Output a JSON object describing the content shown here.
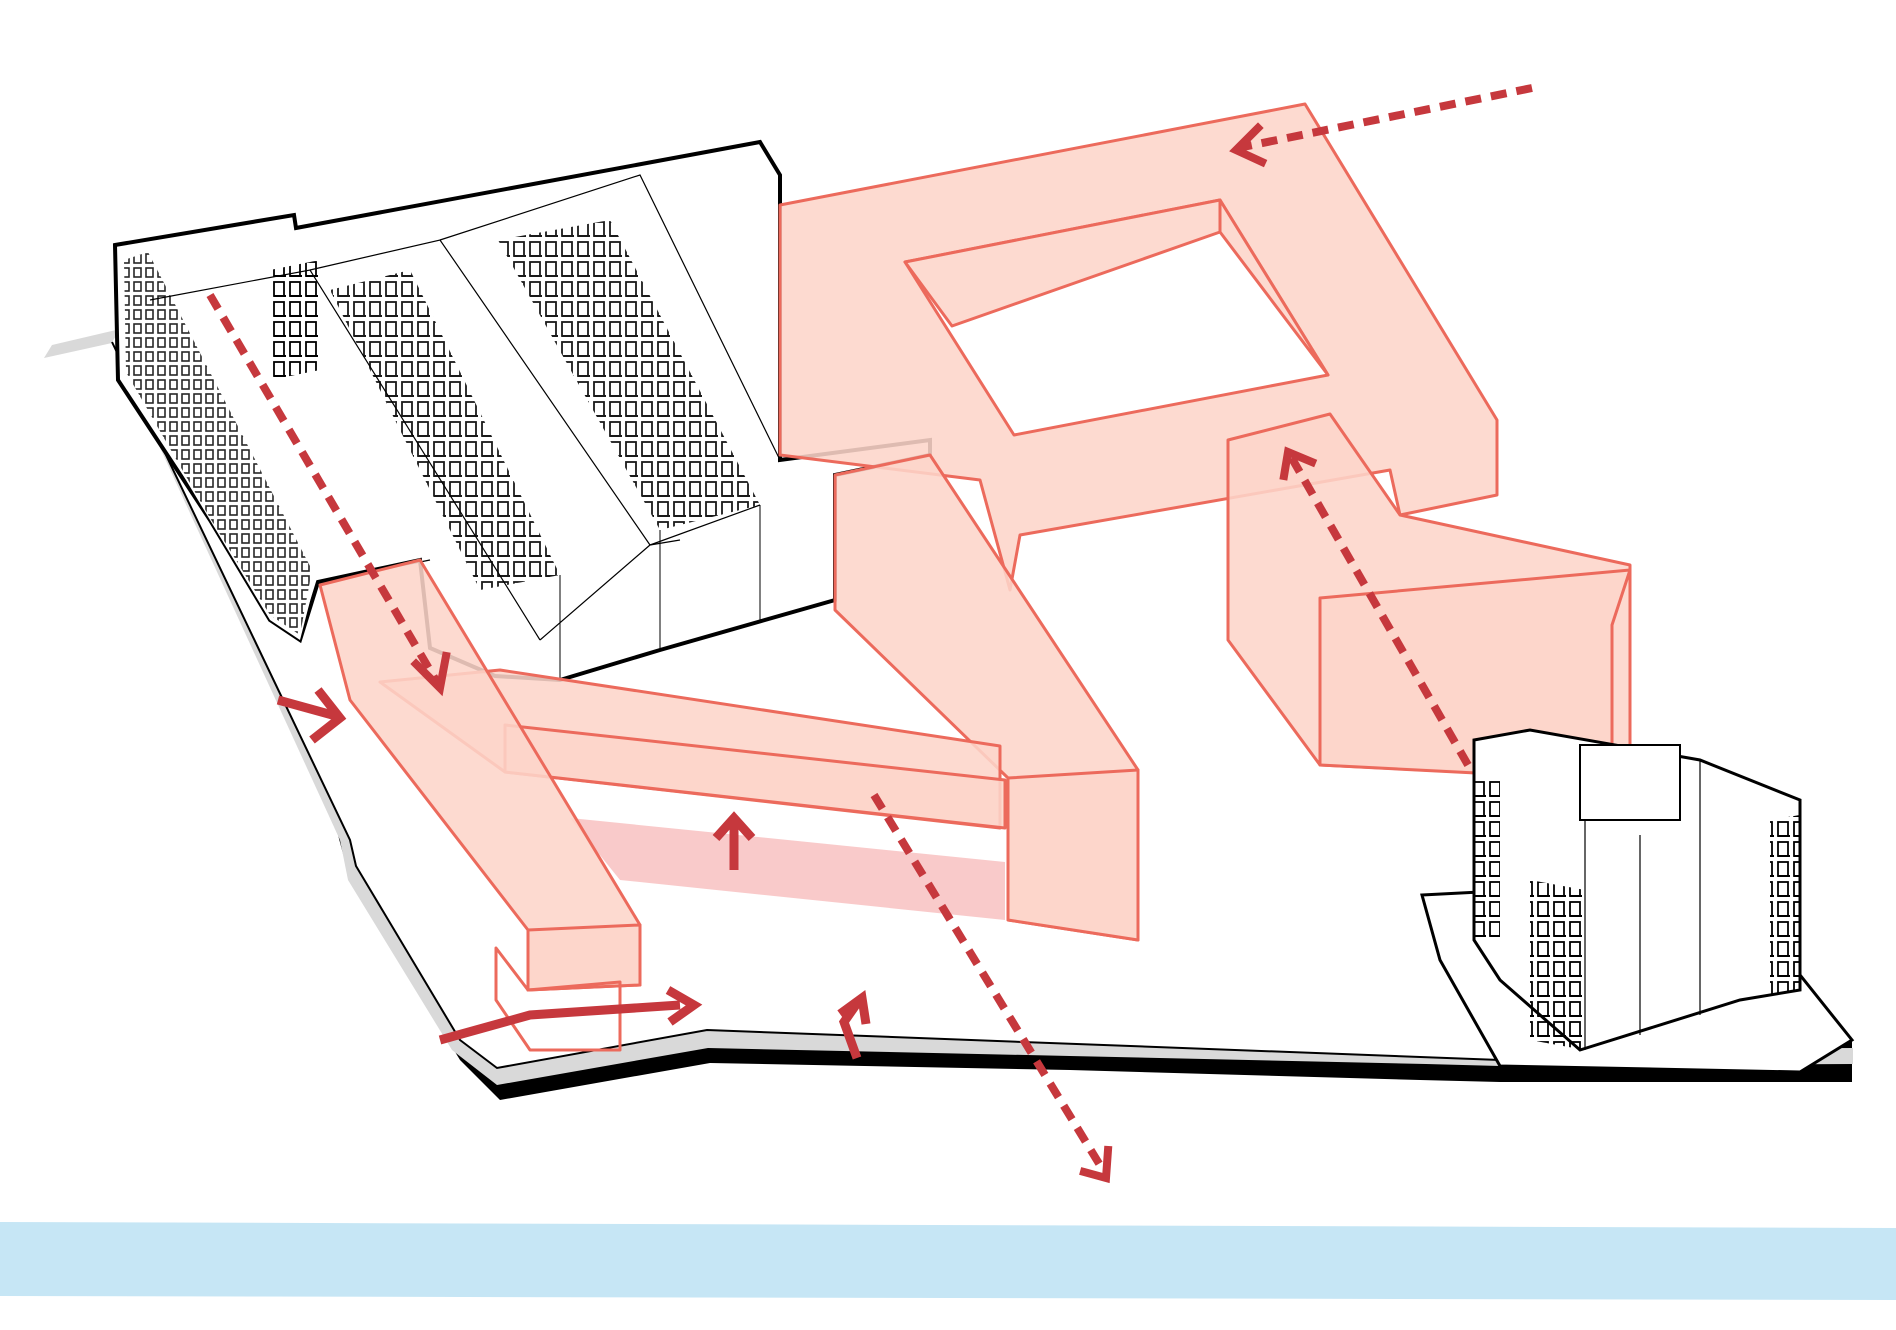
{
  "colors": {
    "background": "#ffffff",
    "water": "#c6e6f5",
    "plinth_shadow": "#000000",
    "plinth_edge": "#d9d9d9",
    "proposed_fill": "#fdd5c9",
    "proposed_stroke": "#ec6a5c",
    "arrow": "#c6383d",
    "passage_fill": "#f8c4c4",
    "existing_fill": "#ffffff",
    "existing_stroke": "#000000"
  },
  "elements": {
    "existing_buildings": [
      "existing-block-northwest",
      "existing-tower-southeast"
    ],
    "proposed_volumes": [
      "proposed-courtyard-block",
      "proposed-east-wing",
      "proposed-linear-bar",
      "proposed-west-wing"
    ],
    "arrows": {
      "dashed": [
        "view-corridor-northeast",
        "view-corridor-northwest",
        "view-corridor-south",
        "view-corridor-southeast"
      ],
      "solid": [
        "entry-arrow-west",
        "entry-arrow-south",
        "passage-arrow-north",
        "entry-arrow-southwest"
      ]
    }
  },
  "icons": [
    "arrow-icon",
    "dashed-arrow-icon"
  ]
}
